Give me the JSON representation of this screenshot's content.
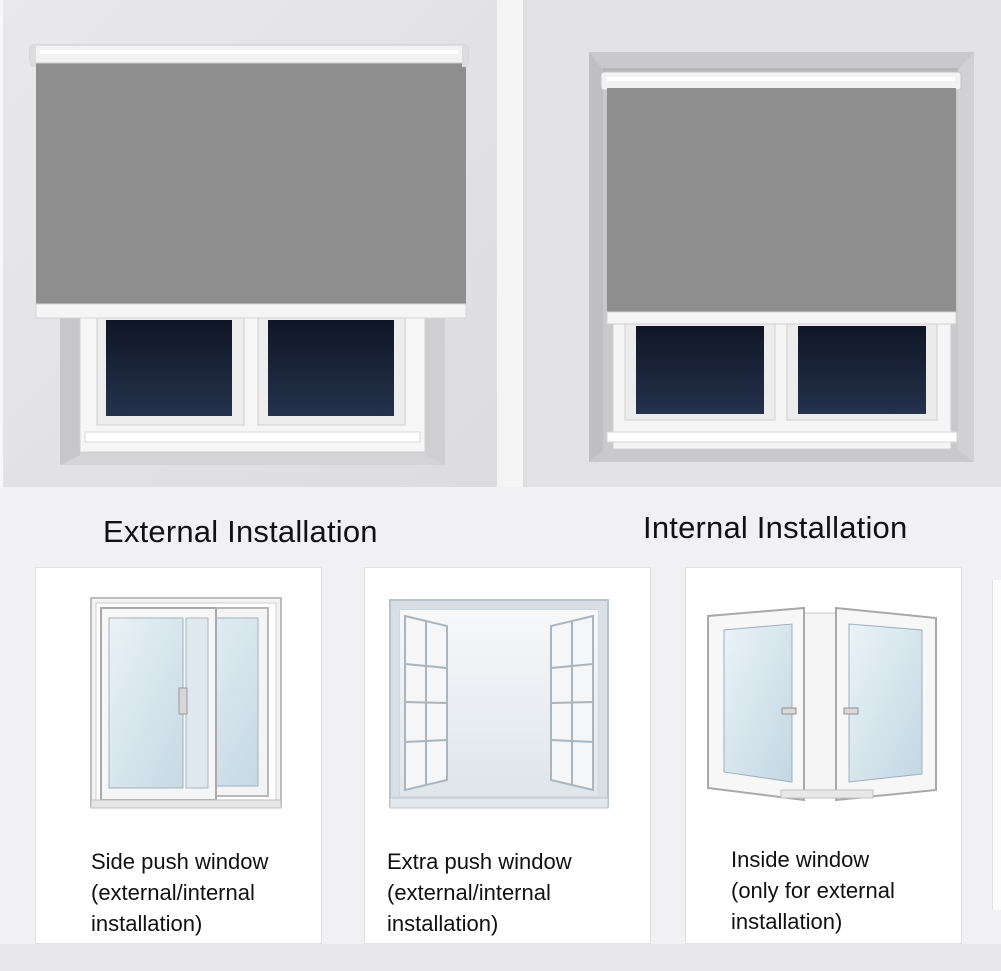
{
  "captions": {
    "external": "External Installation",
    "internal": "Internal Installation"
  },
  "cards": [
    {
      "label": "Side push window\n(external/internal\ninstallation)",
      "icon": "sliding-window-icon"
    },
    {
      "label": "Extra push window\n(external/internal\ninstallation)",
      "icon": "outward-casement-window-icon"
    },
    {
      "label": "Inside window\n(only for external\ninstallation)",
      "icon": "inward-casement-window-icon"
    }
  ],
  "colors": {
    "blind": "#8e8e8e",
    "wall": "#e4e4e6",
    "glass": "#1a2438",
    "frame": "#f7f7f7"
  }
}
